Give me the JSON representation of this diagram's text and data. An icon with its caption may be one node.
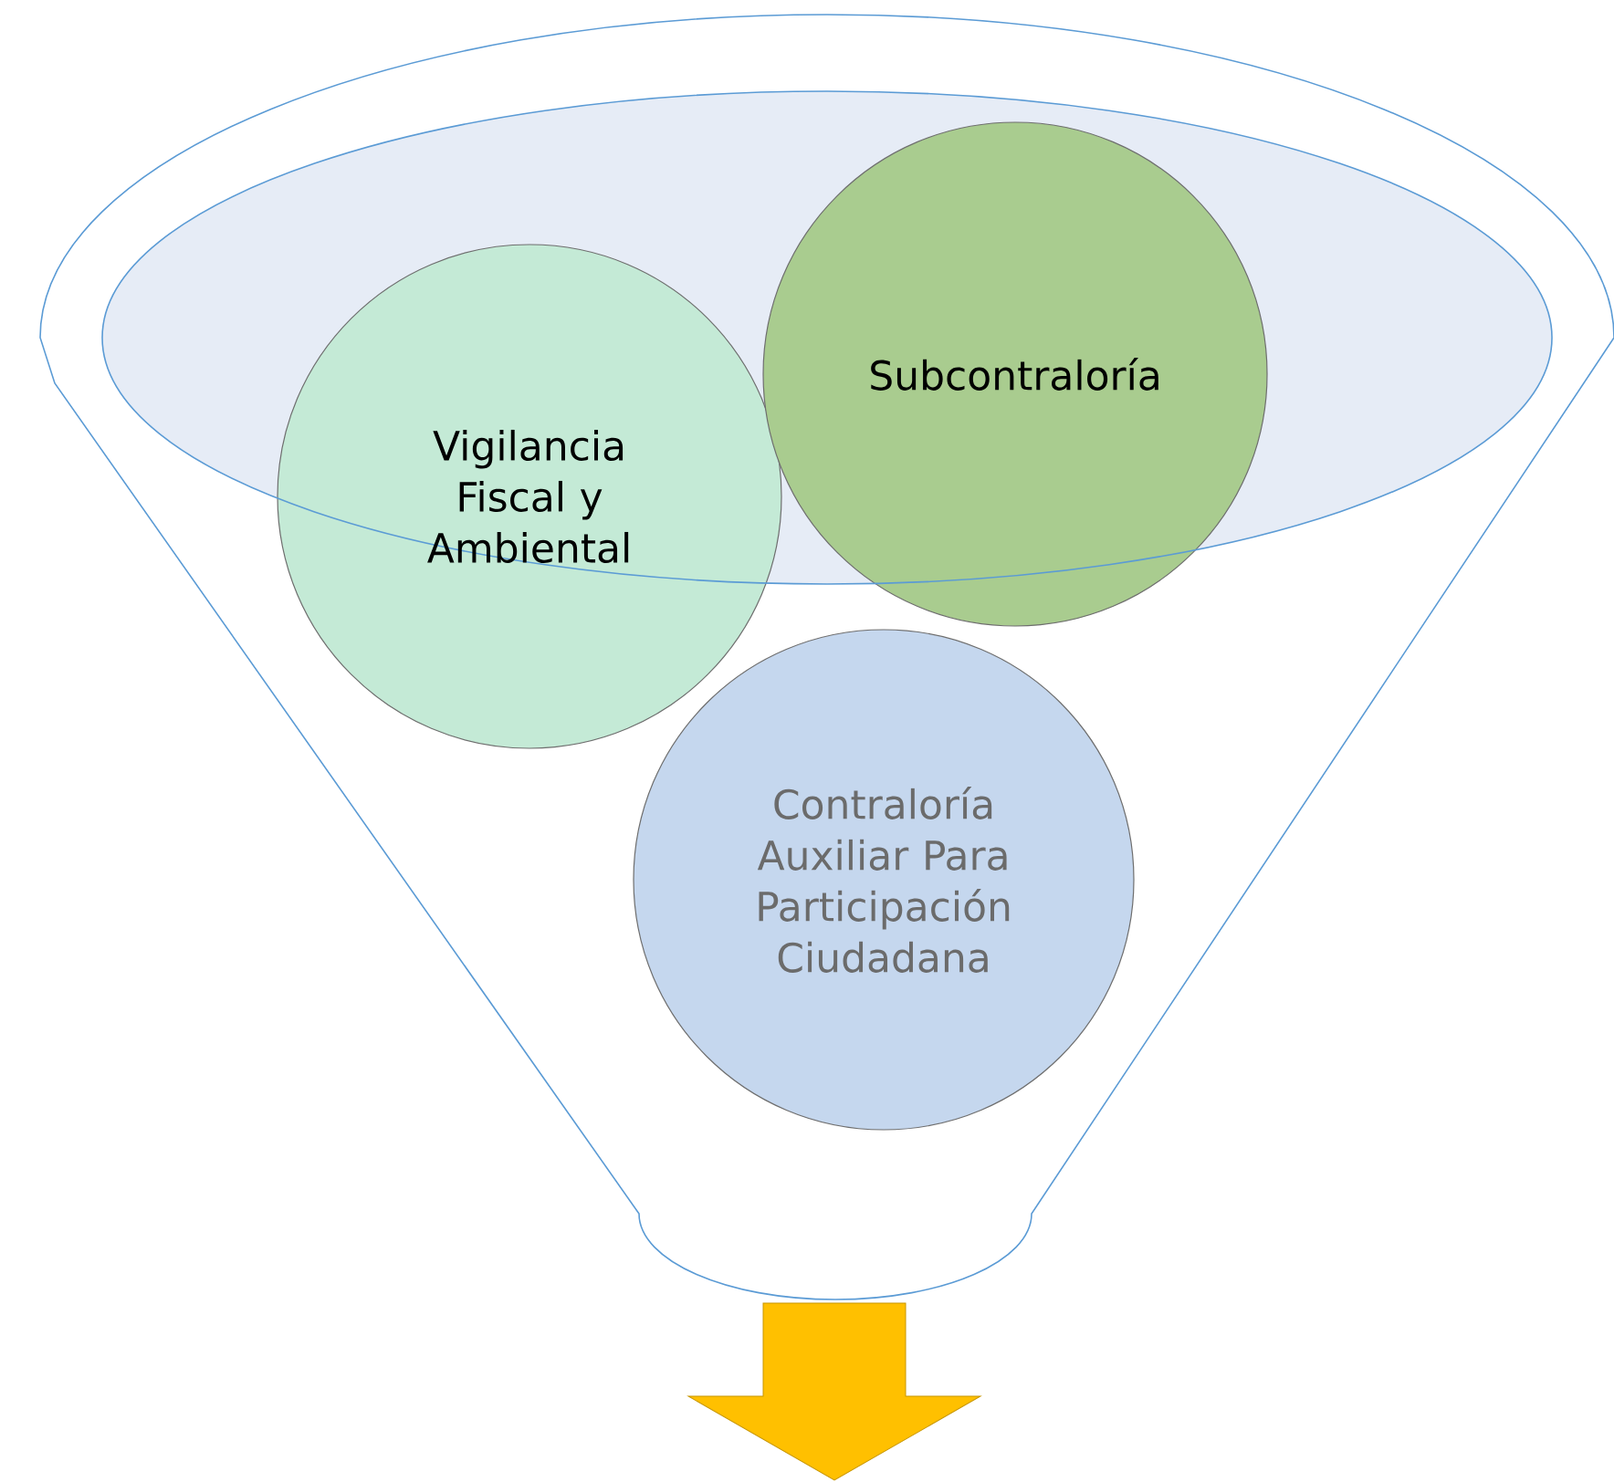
{
  "diagram": {
    "nodes": [
      {
        "text": [
          "Vigilancia Fiscal y Ambiental"
        ]
      },
      {
        "text": [
          "Subcontraloría"
        ]
      },
      {
        "text": [
          "Contraloría Auxiliar Para Participación Ciudadana"
        ]
      }
    ]
  }
}
